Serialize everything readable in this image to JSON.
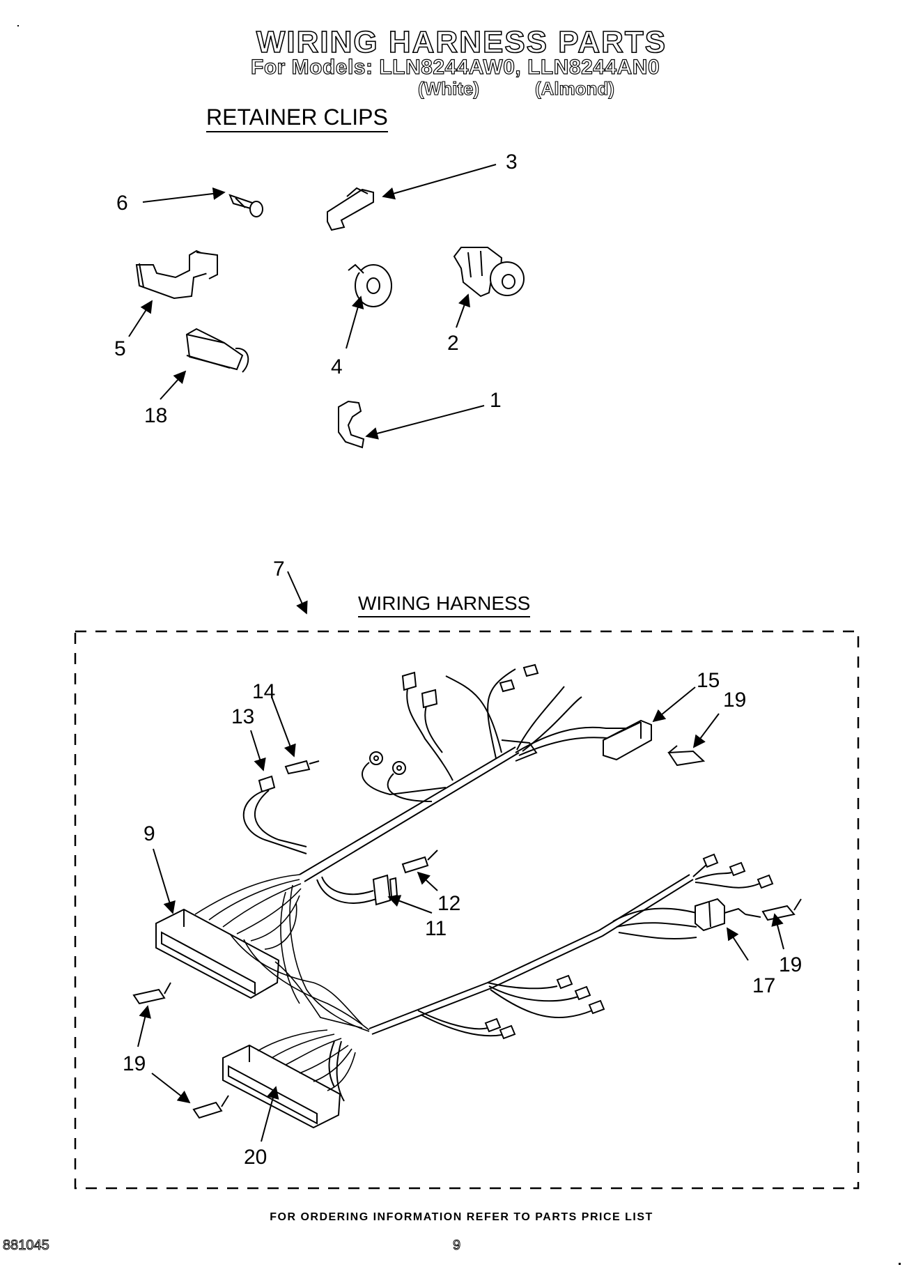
{
  "header": {
    "title": "WIRING HARNESS PARTS",
    "models_line": "For Models: LLN8244AW0, LLN8244AN0",
    "variant_white": "(White)",
    "variant_almond": "(Almond)"
  },
  "sections": {
    "retainer_clips": "RETAINER CLIPS",
    "wiring_harness": "WIRING HARNESS"
  },
  "callouts": {
    "c1": "1",
    "c2": "2",
    "c3": "3",
    "c4": "4",
    "c5": "5",
    "c6": "6",
    "c18": "18",
    "c7": "7",
    "c9": "9",
    "c11": "11",
    "c12": "12",
    "c13": "13",
    "c14": "14",
    "c15": "15",
    "c17": "17",
    "c20": "20",
    "c19_a": "19",
    "c19_b": "19",
    "c19_c": "19"
  },
  "footer": {
    "ordering": "FOR ORDERING INFORMATION REFER TO PARTS PRICE LIST",
    "doc_number": "881045",
    "page": "9"
  }
}
